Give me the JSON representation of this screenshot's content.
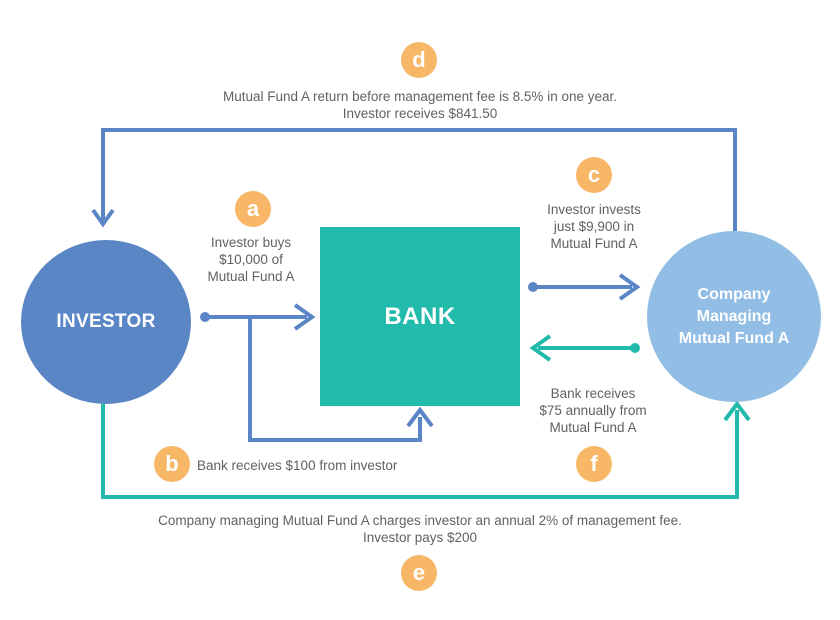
{
  "nodes": {
    "investor": "INVESTOR",
    "bank": "BANK",
    "company": "Company\nManaging\nMutual Fund A"
  },
  "steps": {
    "a": {
      "badge": "a",
      "text": "Investor buys\n$10,000 of\nMutual Fund A"
    },
    "b": {
      "badge": "b",
      "text": "Bank receives $100 from investor"
    },
    "c": {
      "badge": "c",
      "text": "Investor invests\njust $9,900 in\nMutual Fund A"
    },
    "d": {
      "badge": "d",
      "text": "Mutual Fund A return before management fee is 8.5% in one year.\nInvestor receives $841.50"
    },
    "e": {
      "badge": "e",
      "text": "Company managing Mutual Fund A charges investor an annual 2% of management fee.\nInvestor pays $200"
    },
    "f": {
      "badge": "f",
      "text": "Bank receives\n$75 annually from\nMutual Fund A"
    }
  },
  "colors": {
    "blue_flow": "#5a86c6",
    "teal_flow": "#22bbab",
    "investor": "#5a86c6",
    "bank": "#22bbab",
    "company": "#92bde4",
    "badge": "#f7b766",
    "text": "#616161"
  }
}
